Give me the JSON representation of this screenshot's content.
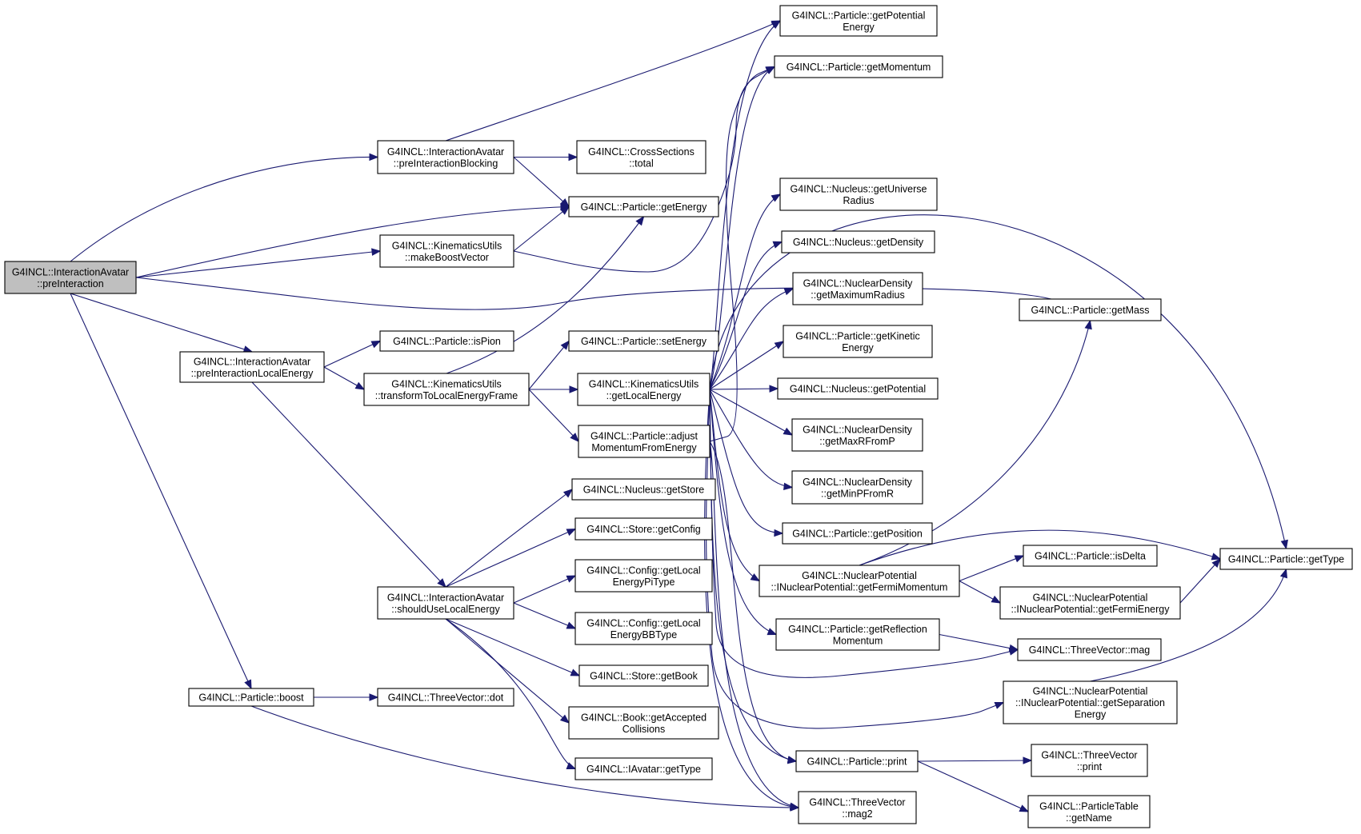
{
  "nodes": [
    {
      "id": "preInteraction",
      "lines": [
        "G4INCL::InteractionAvatar",
        "::preInteraction"
      ],
      "root": true
    },
    {
      "id": "preInteractionBlocking",
      "lines": [
        "G4INCL::InteractionAvatar",
        "::preInteractionBlocking"
      ]
    },
    {
      "id": "makeBoostVector",
      "lines": [
        "G4INCL::KinematicsUtils",
        "::makeBoostVector"
      ]
    },
    {
      "id": "preInteractionLocalEnergy",
      "lines": [
        "G4INCL::InteractionAvatar",
        "::preInteractionLocalEnergy"
      ]
    },
    {
      "id": "particleBoost",
      "lines": [
        "G4INCL::Particle::boost"
      ]
    },
    {
      "id": "crossSectionsTotal",
      "lines": [
        "G4INCL::CrossSections",
        "::total"
      ]
    },
    {
      "id": "particleGetEnergy",
      "lines": [
        "G4INCL::Particle::getEnergy"
      ]
    },
    {
      "id": "particleIsPion",
      "lines": [
        "G4INCL::Particle::isPion"
      ]
    },
    {
      "id": "transformToLocalEnergyFrame",
      "lines": [
        "G4INCL::KinematicsUtils",
        "::transformToLocalEnergyFrame"
      ]
    },
    {
      "id": "particleSetEnergy",
      "lines": [
        "G4INCL::Particle::setEnergy"
      ]
    },
    {
      "id": "getLocalEnergy",
      "lines": [
        "G4INCL::KinematicsUtils",
        "::getLocalEnergy"
      ]
    },
    {
      "id": "adjustMomentumFromEnergy",
      "lines": [
        "G4INCL::Particle::adjust",
        "MomentumFromEnergy"
      ]
    },
    {
      "id": "shouldUseLocalEnergy",
      "lines": [
        "G4INCL::InteractionAvatar",
        "::shouldUseLocalEnergy"
      ]
    },
    {
      "id": "nucleusGetStore",
      "lines": [
        "G4INCL::Nucleus::getStore"
      ]
    },
    {
      "id": "storeGetConfig",
      "lines": [
        "G4INCL::Store::getConfig"
      ]
    },
    {
      "id": "configGetLocalEnergyPiType",
      "lines": [
        "G4INCL::Config::getLocal",
        "EnergyPiType"
      ]
    },
    {
      "id": "configGetLocalEnergyBBType",
      "lines": [
        "G4INCL::Config::getLocal",
        "EnergyBBType"
      ]
    },
    {
      "id": "storeGetBook",
      "lines": [
        "G4INCL::Store::getBook"
      ]
    },
    {
      "id": "bookGetAcceptedCollisions",
      "lines": [
        "G4INCL::Book::getAccepted",
        "Collisions"
      ]
    },
    {
      "id": "iavatarGetType",
      "lines": [
        "G4INCL::IAvatar::getType"
      ]
    },
    {
      "id": "threeVectorDot",
      "lines": [
        "G4INCL::ThreeVector::dot"
      ]
    },
    {
      "id": "particleGetPotentialEnergy",
      "lines": [
        "G4INCL::Particle::getPotential",
        "Energy"
      ]
    },
    {
      "id": "particleGetMomentum",
      "lines": [
        "G4INCL::Particle::getMomentum"
      ]
    },
    {
      "id": "nucleusGetUniverseRadius",
      "lines": [
        "G4INCL::Nucleus::getUniverse",
        "Radius"
      ]
    },
    {
      "id": "nucleusGetDensity",
      "lines": [
        "G4INCL::Nucleus::getDensity"
      ]
    },
    {
      "id": "nuclearDensityGetMaximumRadius",
      "lines": [
        "G4INCL::NuclearDensity",
        "::getMaximumRadius"
      ]
    },
    {
      "id": "particleGetKineticEnergy",
      "lines": [
        "G4INCL::Particle::getKinetic",
        "Energy"
      ]
    },
    {
      "id": "nucleusGetPotential",
      "lines": [
        "G4INCL::Nucleus::getPotential"
      ]
    },
    {
      "id": "nuclearDensityGetMaxRFromP",
      "lines": [
        "G4INCL::NuclearDensity",
        "::getMaxRFromP"
      ]
    },
    {
      "id": "nuclearDensityGetMinPFromR",
      "lines": [
        "G4INCL::NuclearDensity",
        "::getMinPFromR"
      ]
    },
    {
      "id": "particleGetPosition",
      "lines": [
        "G4INCL::Particle::getPosition"
      ]
    },
    {
      "id": "getFermiMomentum",
      "lines": [
        "G4INCL::NuclearPotential",
        "::INuclearPotential::getFermiMomentum"
      ]
    },
    {
      "id": "particleGetReflectionMomentum",
      "lines": [
        "G4INCL::Particle::getReflection",
        "Momentum"
      ]
    },
    {
      "id": "particlePrint",
      "lines": [
        "G4INCL::Particle::print"
      ]
    },
    {
      "id": "threeVectorMag2",
      "lines": [
        "G4INCL::ThreeVector",
        "::mag2"
      ]
    },
    {
      "id": "particleGetMass",
      "lines": [
        "G4INCL::Particle::getMass"
      ]
    },
    {
      "id": "particleIsDelta",
      "lines": [
        "G4INCL::Particle::isDelta"
      ]
    },
    {
      "id": "getFermiEnergy",
      "lines": [
        "G4INCL::NuclearPotential",
        "::INuclearPotential::getFermiEnergy"
      ]
    },
    {
      "id": "threeVectorMag",
      "lines": [
        "G4INCL::ThreeVector::mag"
      ]
    },
    {
      "id": "getSeparationEnergy",
      "lines": [
        "G4INCL::NuclearPotential",
        "::INuclearPotential::getSeparation",
        "Energy"
      ]
    },
    {
      "id": "threeVectorPrint",
      "lines": [
        "G4INCL::ThreeVector",
        "::print"
      ]
    },
    {
      "id": "particleTableGetName",
      "lines": [
        "G4INCL::ParticleTable",
        "::getName"
      ]
    },
    {
      "id": "particleGetType",
      "lines": [
        "G4INCL::Particle::getType"
      ]
    }
  ],
  "edges": [
    [
      "preInteraction",
      "preInteractionBlocking"
    ],
    [
      "preInteraction",
      "particleGetEnergy"
    ],
    [
      "preInteraction",
      "makeBoostVector"
    ],
    [
      "preInteraction",
      "particleGetMass"
    ],
    [
      "preInteraction",
      "preInteractionLocalEnergy"
    ],
    [
      "preInteraction",
      "particleBoost"
    ],
    [
      "preInteractionBlocking",
      "particleGetPotentialEnergy"
    ],
    [
      "preInteractionBlocking",
      "crossSectionsTotal"
    ],
    [
      "preInteractionBlocking",
      "particleGetEnergy"
    ],
    [
      "makeBoostVector",
      "particleGetEnergy"
    ],
    [
      "makeBoostVector",
      "particleGetMomentum"
    ],
    [
      "preInteractionLocalEnergy",
      "particleIsPion"
    ],
    [
      "preInteractionLocalEnergy",
      "transformToLocalEnergyFrame"
    ],
    [
      "preInteractionLocalEnergy",
      "shouldUseLocalEnergy"
    ],
    [
      "transformToLocalEnergyFrame",
      "particleGetEnergy"
    ],
    [
      "transformToLocalEnergyFrame",
      "particleSetEnergy"
    ],
    [
      "transformToLocalEnergyFrame",
      "getLocalEnergy"
    ],
    [
      "transformToLocalEnergyFrame",
      "adjustMomentumFromEnergy"
    ],
    [
      "getLocalEnergy",
      "particleGetPotentialEnergy"
    ],
    [
      "getLocalEnergy",
      "particleGetMomentum"
    ],
    [
      "getLocalEnergy",
      "particleGetType"
    ],
    [
      "getLocalEnergy",
      "nucleusGetUniverseRadius"
    ],
    [
      "getLocalEnergy",
      "nucleusGetDensity"
    ],
    [
      "getLocalEnergy",
      "nuclearDensityGetMaximumRadius"
    ],
    [
      "getLocalEnergy",
      "particleGetKineticEnergy"
    ],
    [
      "getLocalEnergy",
      "nucleusGetPotential"
    ],
    [
      "getLocalEnergy",
      "nuclearDensityGetMaxRFromP"
    ],
    [
      "getLocalEnergy",
      "nuclearDensityGetMinPFromR"
    ],
    [
      "getLocalEnergy",
      "particleGetPosition"
    ],
    [
      "getLocalEnergy",
      "getFermiMomentum"
    ],
    [
      "getLocalEnergy",
      "particleGetReflectionMomentum"
    ],
    [
      "getLocalEnergy",
      "threeVectorMag"
    ],
    [
      "getLocalEnergy",
      "getSeparationEnergy"
    ],
    [
      "getLocalEnergy",
      "particlePrint"
    ],
    [
      "getLocalEnergy",
      "threeVectorMag2"
    ],
    [
      "adjustMomentumFromEnergy",
      "particleGetMomentum"
    ],
    [
      "adjustMomentumFromEnergy",
      "particlePrint"
    ],
    [
      "adjustMomentumFromEnergy",
      "threeVectorMag2"
    ],
    [
      "shouldUseLocalEnergy",
      "nucleusGetStore"
    ],
    [
      "shouldUseLocalEnergy",
      "storeGetConfig"
    ],
    [
      "shouldUseLocalEnergy",
      "configGetLocalEnergyPiType"
    ],
    [
      "shouldUseLocalEnergy",
      "configGetLocalEnergyBBType"
    ],
    [
      "shouldUseLocalEnergy",
      "storeGetBook"
    ],
    [
      "shouldUseLocalEnergy",
      "bookGetAcceptedCollisions"
    ],
    [
      "shouldUseLocalEnergy",
      "iavatarGetType"
    ],
    [
      "particleBoost",
      "threeVectorDot"
    ],
    [
      "particleBoost",
      "threeVectorMag2"
    ],
    [
      "getFermiMomentum",
      "particleGetMass"
    ],
    [
      "getFermiMomentum",
      "particleIsDelta"
    ],
    [
      "getFermiMomentum",
      "getFermiEnergy"
    ],
    [
      "getFermiMomentum",
      "particleGetType"
    ],
    [
      "getFermiEnergy",
      "particleGetType"
    ],
    [
      "particleGetReflectionMomentum",
      "threeVectorMag"
    ],
    [
      "getSeparationEnergy",
      "particleGetType"
    ],
    [
      "particlePrint",
      "threeVectorPrint"
    ],
    [
      "particlePrint",
      "particleTableGetName"
    ]
  ]
}
